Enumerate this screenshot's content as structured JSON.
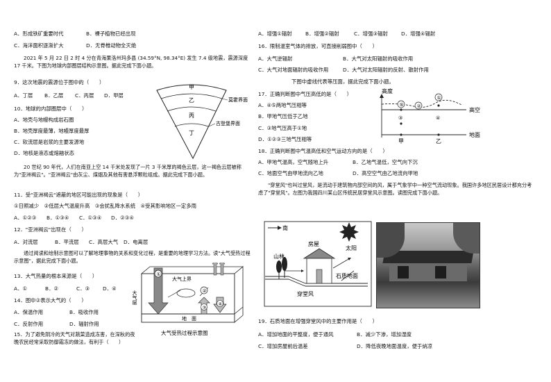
{
  "left": {
    "q8_opts": {
      "a": "A．形成铁矿重要时代",
      "b": "B．裸子植物已经出现",
      "c": "C．海洋面积逐渐扩大",
      "d": "D．无脊椎动物全灭绝"
    },
    "intro_9_10": "2021 年 5 月 22 日 2 时 4 分在青海果洛州玛多县 (34.59°N, 98.34°E) 发生 7.4 级地震，震源深度 17 千米。下图为地球内部圈层结构示意图。据此完成下面小题。",
    "q9": "9．这次地震的震源位于图中的（　　）",
    "q9_opts": {
      "a": "A．丁层",
      "b": "B．乙层",
      "c": "C．丙层",
      "d": "D．甲层"
    },
    "q10": "10．地球的内部圈层中（　　）",
    "q10_opts": {
      "a": "A．地壳与地幔构成岩石圈",
      "b": "B．地壳厚度最薄，地幔厚度最厚",
      "c": "C．软流层是岩浆的主要发源地",
      "d": "D．地核是液态或熔融状态"
    },
    "intro_11_12": "20 世纪 90 年代，人们在南亚上空 14 千米处发现了一片 3 千米厚的褐色云层，这一褐色云层被称为\"亚洲褐云\"。\"亚洲褐云\"由灰尘、煤烟及其他有害悬浮颗粒组成。据此完成下面小题。",
    "q11": "11．受\"亚洲褐云\"遮蔽的地区可能出现的现象是（　　）",
    "q11_items": "①日照减少　②低层大气温度升高　③会扰乱降水系统　④受其影响地区一定多雨",
    "q11_opts": {
      "a": "A．①②③",
      "b": "B．①③④",
      "c": "C．①③④",
      "d": "D．②③④"
    },
    "q12": "12．\"亚洲褐云\"出现在（　　）",
    "q12_opts": {
      "a": "A．对流层",
      "b": "B．平流层",
      "c": "C．高层大气",
      "d": "D．电离层"
    },
    "intro_13_14": "通过阅读和绘制示意图可以了解地理事物的关系和变化过程，是重要的地理学习方法。读\"大气受热过程示意图\"，据此完成下面小题。",
    "q13": "13．大气热量的根本来源是（　　）",
    "q13_opts": {
      "a": "A．①",
      "b": "B．②",
      "c": "C．③",
      "d": "D．④"
    },
    "q14": "14．图中②表示大气的（　　）",
    "q14_opts": {
      "a": "A．保温作用",
      "b": "B．吸收作用",
      "c": "C．反射作用",
      "d": "D．辐射作用"
    },
    "q15": "15．为了避免阴冷的天气对蔬菜造成冻害，在深秋的夜晚农民经常采取防御霜冻的做法，有利于（　　）"
  },
  "earth_diagram": {
    "layer_jia": "甲",
    "layer_yi": "乙",
    "layer_bing": "丙",
    "layer_ding": "丁",
    "moho": "莫霍界面",
    "gutenberg": "古登堡界面"
  },
  "atm_diagram": {
    "top": "大气上界",
    "side": "大气层",
    "ground": "地　面",
    "c1": "①",
    "c2": "②",
    "c3": "③",
    "c4": "④",
    "caption": "大气受热过程示意图"
  },
  "right": {
    "q15_opts": {
      "a": "A．增强①辐射",
      "b": "B．增强②辐射",
      "c": "C．增强③辐射",
      "d": "D．增强④辐射"
    },
    "q16": "16．限制温室气体的排放，可直接削弱图中（　　）",
    "q16_opts": {
      "a": "A．大气逆辐射",
      "b": "B．大气对太阳辐射的吸收作用",
      "c": "C．大气对地面辐射的吸收作用",
      "d": "D．大气对太阳辐射的反射、散射作用"
    },
    "intro_17_18": "下图中虚线代表等压面，据此完成下面小题。",
    "q17": "17．正确判断图中气压高低的是（　　）",
    "q17_opts": {
      "a": "A．④⑤两地气压相等",
      "b": "B．甲地气压低于乙地",
      "c": "C．③地气压高于①地",
      "d": "D．①②③三地气压相等"
    },
    "q18": "18．正确判断图中气温高低和空气运动方向的是（　　）",
    "q18_opts": {
      "a": "A．甲地气温高，空气随地上升",
      "b": "B．乙地气温低，空气向下沉",
      "c": "C．地面空气由甲地流向乙地",
      "d": "D．高空空气由乙地流向甲地"
    },
    "intro_19": "\"穿堂风\"也叫过堂风，是流动于建筑物内部空间的风，属于气象学中一种空气流动现象。我国许多地区民居设计都充分考虑了\"穿堂风\"。左图为我国四川某山区传统民居穿堂风示意图。读图完成下面小题。",
    "q19": "19．石质地面在增强穿堂风中的主要作用是（　　）",
    "q19_opts": {
      "a": "A．增加地面的平整度，便于通风",
      "b": "B．减少下渗，增加湿度",
      "c": "C．增加房屋前后温差",
      "d": "D．降低夜晚地面温度，便于纳凉"
    }
  },
  "pressure_diagram": {
    "title": "高度",
    "high": "高空",
    "ground": "地面",
    "p1": "①",
    "p2": "②",
    "p3": "③",
    "p4": "④",
    "p5": "⑤",
    "jia": "甲",
    "yi": "乙"
  },
  "wind_diagram": {
    "south": "南",
    "sun": "太阳",
    "forest": "山林",
    "house": "房屋",
    "stone": "石质地面",
    "wind": "穿堂风"
  }
}
